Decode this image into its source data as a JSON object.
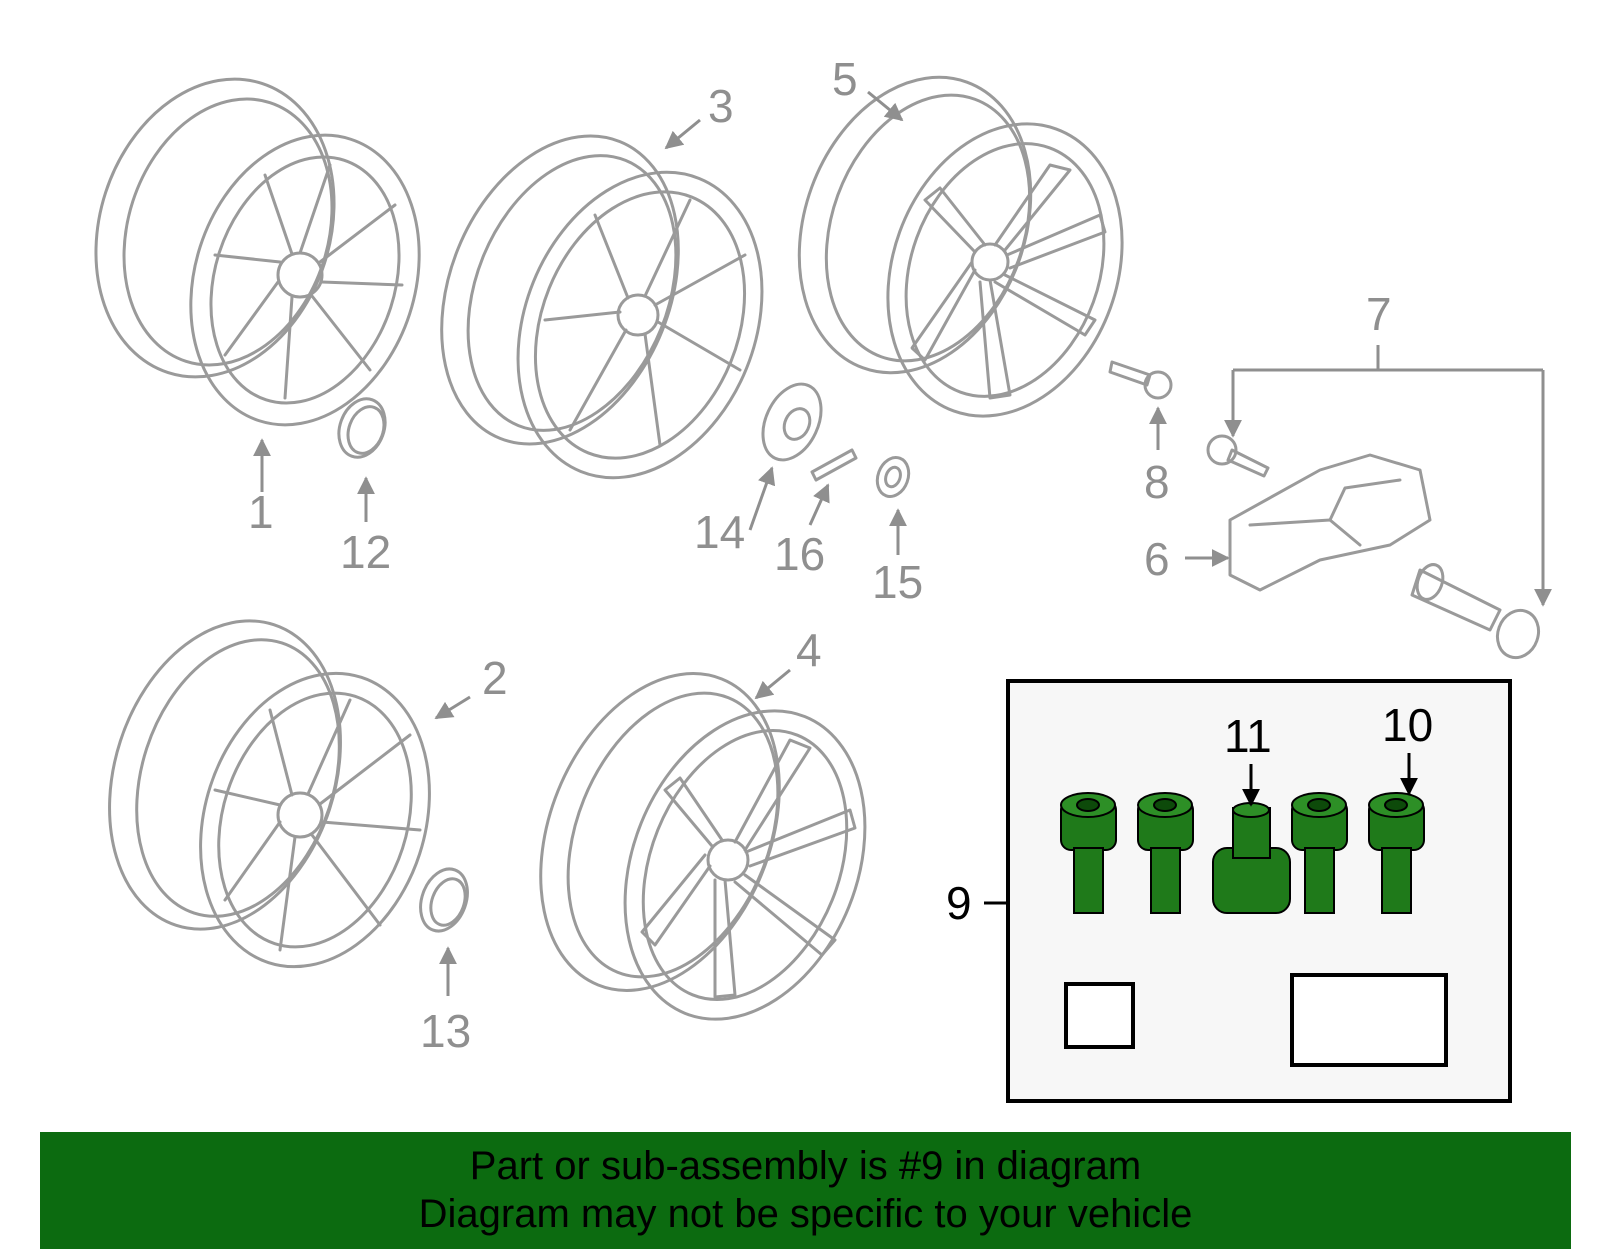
{
  "callouts": {
    "c1": "1",
    "c2": "2",
    "c3": "3",
    "c4": "4",
    "c5": "5",
    "c6": "6",
    "c7": "7",
    "c8": "8",
    "c9": "9",
    "c10": "10",
    "c11": "11",
    "c12": "12",
    "c13": "13",
    "c14": "14",
    "c15": "15",
    "c16": "16"
  },
  "highlighted_callout": "9",
  "colors": {
    "highlight_green": "#0c6b10",
    "part_green": "#1f7a1a",
    "outline_grey": "#9a9a9a"
  },
  "footer": {
    "line1": "Part or sub-assembly is #9 in diagram",
    "line2": "Diagram may not be specific to your vehicle"
  }
}
